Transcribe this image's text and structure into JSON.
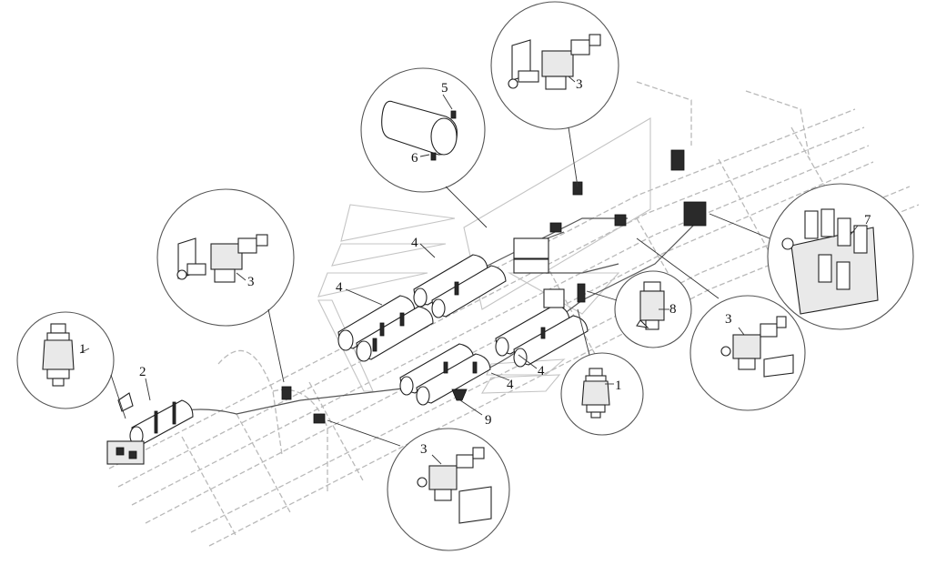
{
  "callouts": {
    "c1_left": "1",
    "c2": "2",
    "c3_upper_left": "3",
    "c3_top": "3",
    "c5": "5",
    "c6": "6",
    "c4_a": "4",
    "c4_b": "4",
    "c4_c": "4",
    "c4_d": "4",
    "c7": "7",
    "c8": "8",
    "c3_right": "3",
    "c1_right": "1",
    "c9": "9",
    "c3_bottom": "3"
  }
}
